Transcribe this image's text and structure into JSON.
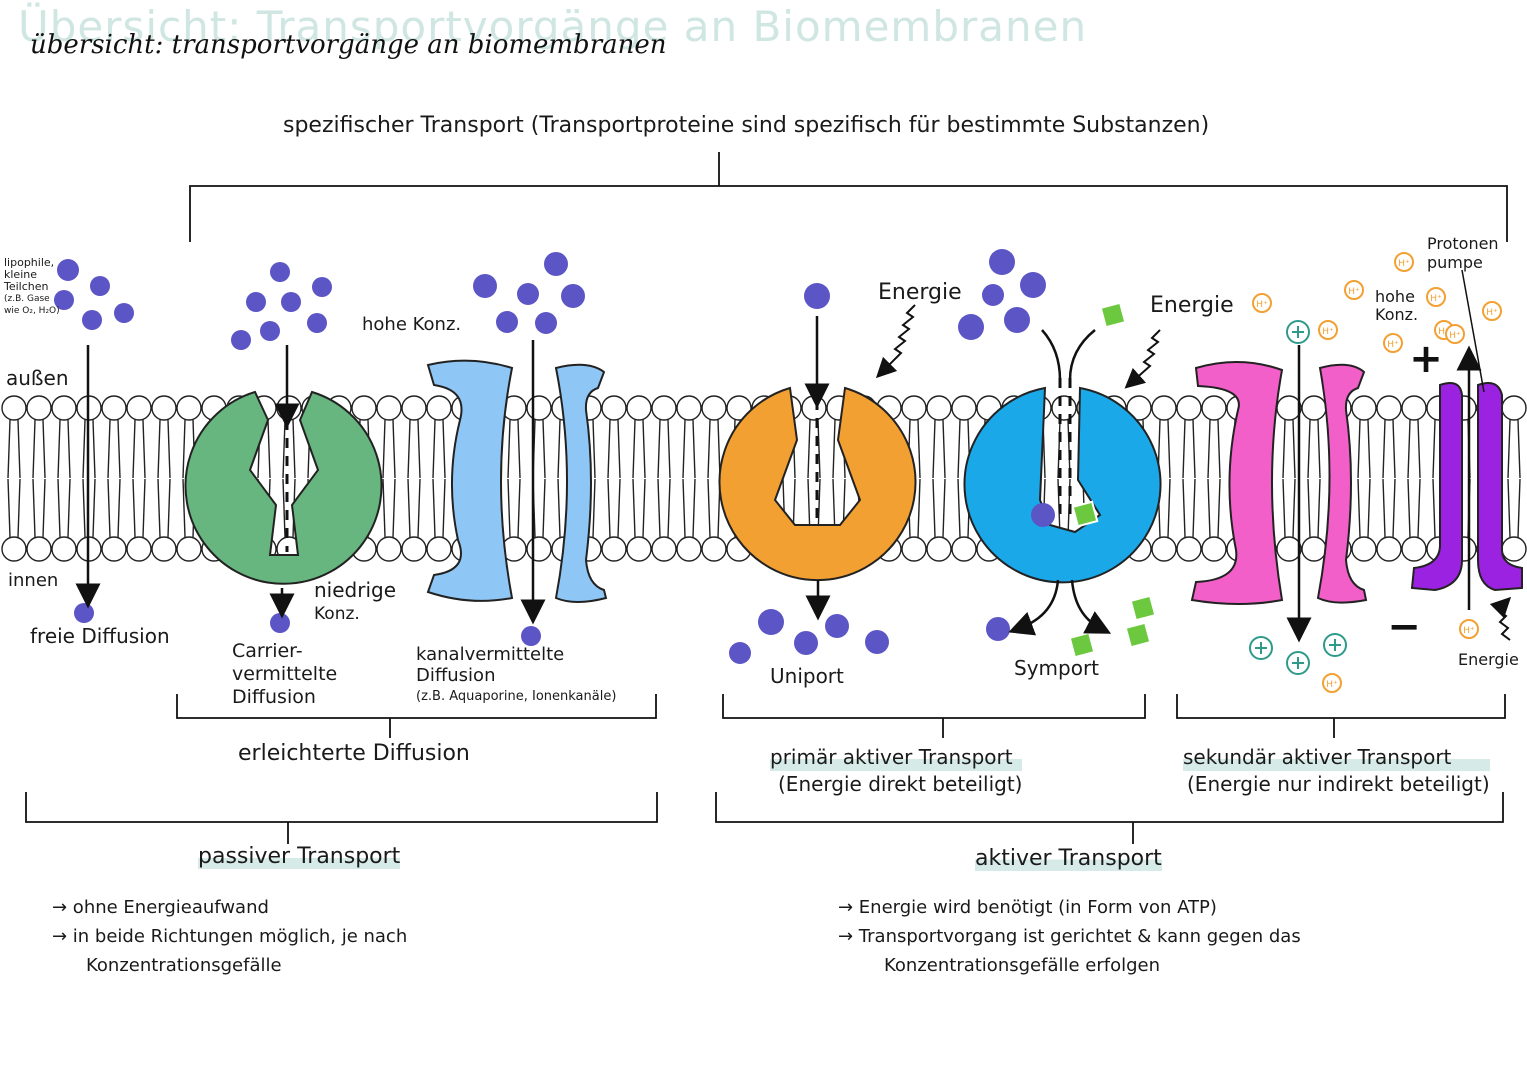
{
  "title": {
    "highlight": "Übersicht: Transportvorgänge an Biomembranen",
    "written": "übersicht: transportvorgänge an biomembranen"
  },
  "top_bracket_label": "spezifischer Transport (Transportproteine sind spezifisch für bestimmte Substanzen)",
  "free_diffusion": {
    "particles_note": [
      "lipophile,",
      "kleine",
      "Teilchen",
      "(z.B. Gase",
      "wie O₂, H₂O)"
    ],
    "outside": "außen",
    "inside": "innen",
    "label": "freie Diffusion"
  },
  "carrier": {
    "high": "hohe Konz.",
    "low": [
      "niedrige",
      "Konz."
    ],
    "label": [
      "Carrier-",
      "vermittelte",
      "Diffusion"
    ]
  },
  "channel": {
    "label": [
      "kanalvermittelte",
      "Diffusion"
    ],
    "example": "(z.B. Aquaporine, Ionenkanäle)"
  },
  "uniport": {
    "energy": "Energie",
    "label": "Uniport"
  },
  "symport": {
    "energy": "Energie",
    "label": "Symport"
  },
  "secondary": {
    "proton_pump": [
      "Protonen",
      "pumpe"
    ],
    "high": [
      "hohe",
      "Konz."
    ],
    "energy": "Energie",
    "ion": "H⁺",
    "plus": "+",
    "minus": "−"
  },
  "groups": {
    "facilitated": "erleichterte Diffusion",
    "primary": [
      "primär aktiver Transport",
      "(Energie direkt beteiligt)"
    ],
    "secondary": [
      "sekundär aktiver Transport",
      "(Energie nur indirekt beteiligt)"
    ],
    "passive": "passiver Transport",
    "active": "aktiver Transport"
  },
  "passive_notes": [
    "→ ohne Energieaufwand",
    "→ in beide Richtungen möglich, je nach",
    "Konzentrationsgefälle"
  ],
  "active_notes": [
    "→ Energie wird benötigt (in Form von ATP)",
    "→ Transportvorgang ist gerichtet & kann gegen das",
    "Konzentrationsgefälle erfolgen"
  ],
  "colors": {
    "particle": "#5b55c6",
    "carrier": "#67b57f",
    "channel": "#8ec7f5",
    "uniport": "#f3a033",
    "symport": "#1aa8e8",
    "secondary": "#f25fc8",
    "pump": "#9b22e0",
    "square": "#6cc93f",
    "proton": "#f3a033",
    "ion_plus": "#2e9a8a",
    "highlight": "#d6ebe7"
  }
}
